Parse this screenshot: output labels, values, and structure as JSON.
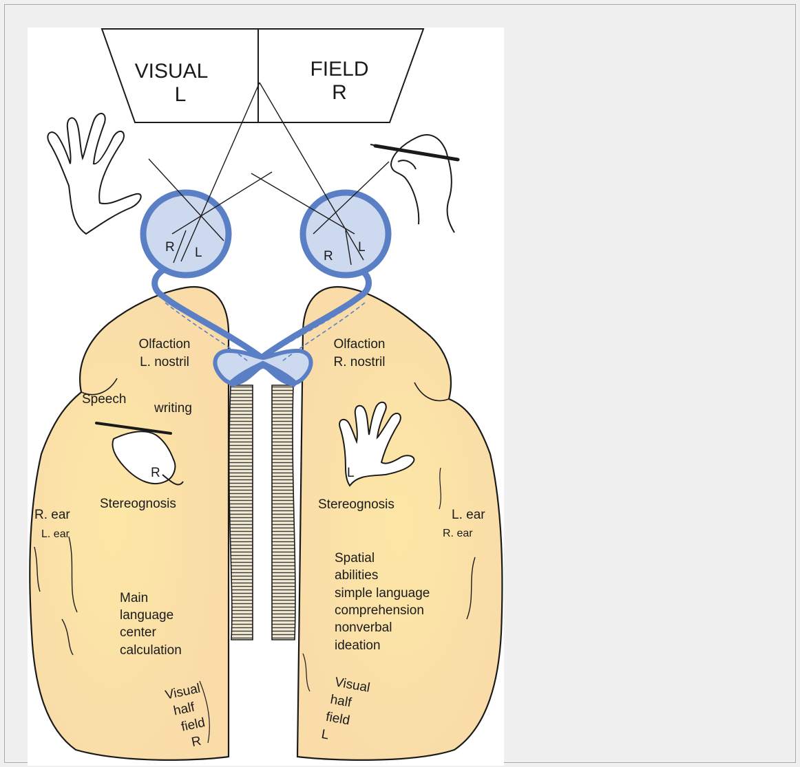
{
  "diagram": {
    "visual_field": {
      "left_word": "VISUAL",
      "left_letter": "L",
      "right_word": "FIELD",
      "right_letter": "R"
    },
    "eye_labels": {
      "left_eye_r": "R",
      "left_eye_l": "L",
      "right_eye_r": "R",
      "right_eye_l": "L"
    },
    "left_hemisphere": {
      "olfaction_1": "Olfaction",
      "olfaction_2": "L. nostril",
      "speech": "Speech",
      "writing": "writing",
      "hand_letter": "R",
      "stereognosis": "Stereognosis",
      "ear_main": "R. ear",
      "ear_minor": "L. ear",
      "functions": [
        "Main",
        "language",
        "center",
        "calculation"
      ],
      "visual": [
        "Visual",
        "half",
        "field",
        "R"
      ]
    },
    "right_hemisphere": {
      "olfaction_1": "Olfaction",
      "olfaction_2": "R. nostril",
      "hand_letter": "L",
      "stereognosis": "Stereognosis",
      "ear_main": "L. ear",
      "ear_minor": "R. ear",
      "functions": [
        "Spatial",
        "abilities",
        "simple language",
        "comprehension",
        "nonverbal",
        "ideation"
      ],
      "visual": [
        "Visual",
        "half",
        "field",
        "L"
      ]
    },
    "colors": {
      "hemisphere_fill": "#f9dca8",
      "hemisphere_glow": "#fde7a6",
      "optic_blue": "#5b7fc4",
      "eye_fill": "#cdd9ee",
      "outline": "#1a1a1a"
    }
  }
}
